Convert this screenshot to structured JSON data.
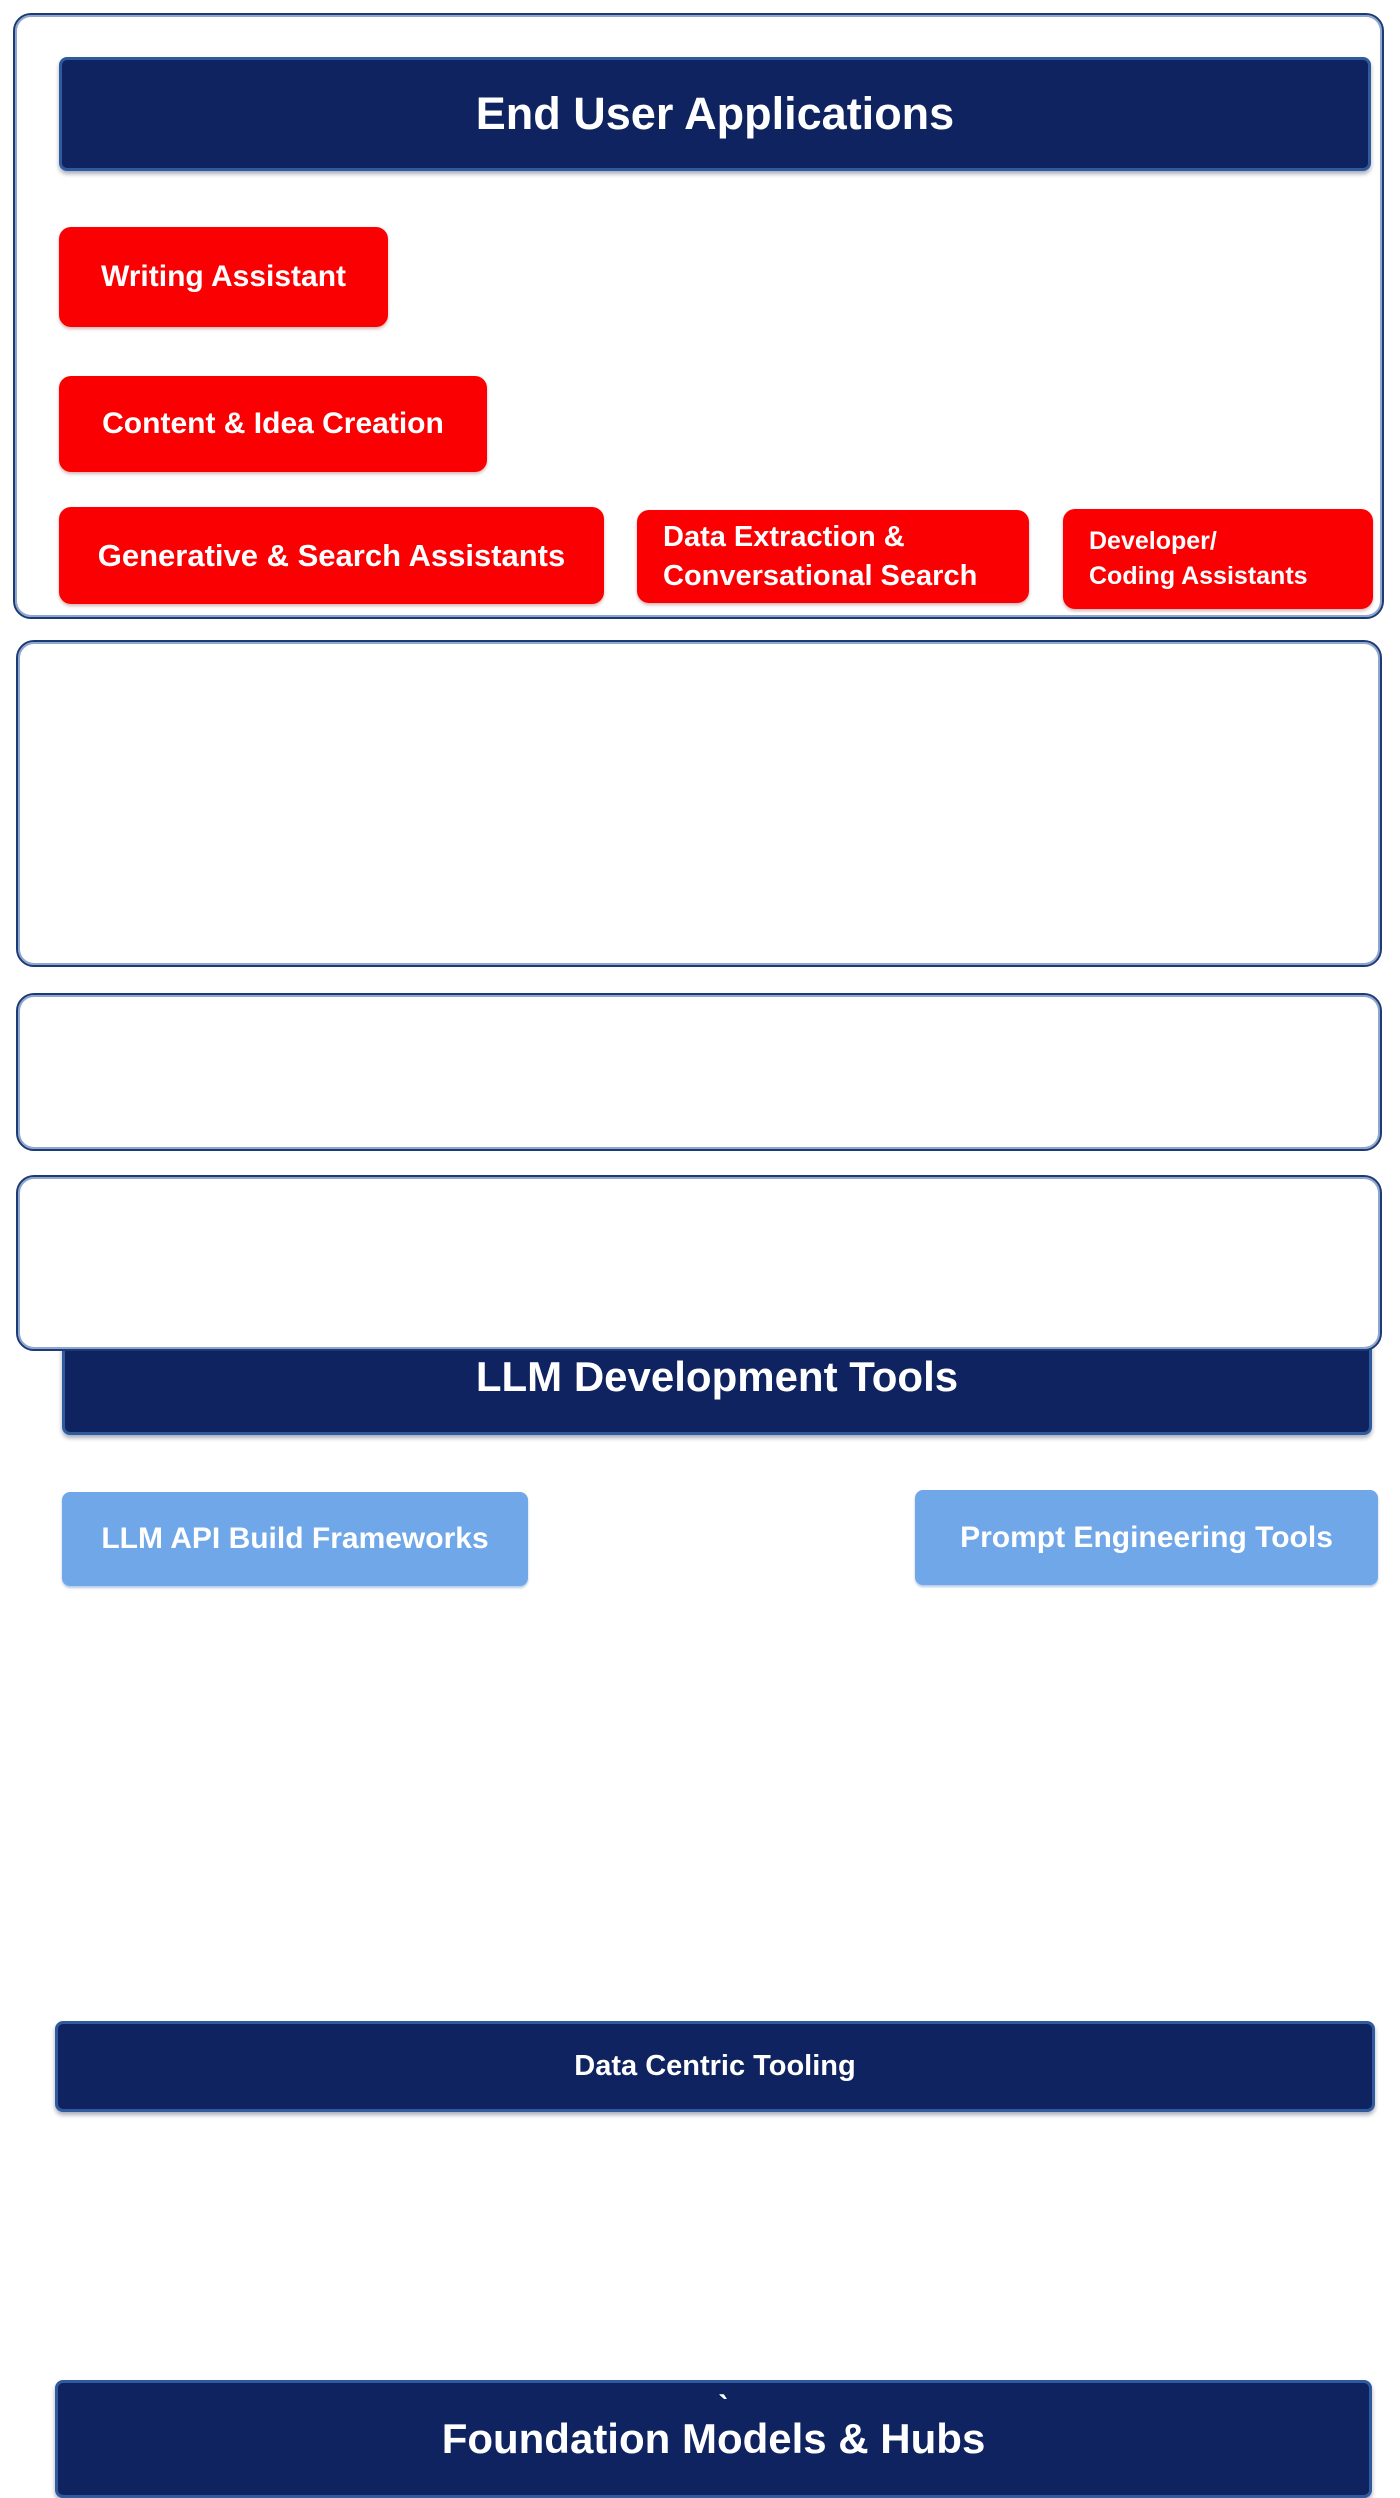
{
  "colors": {
    "navy_fill": "#0f2360",
    "navy_bevel_border": "#2f5b9e",
    "panel_border": "#1c3a76",
    "red_fill": "#fb0003",
    "light_blue_fill": "#6fa7e9",
    "text_on_dark": "#ffffff"
  },
  "stack": {
    "end_user_applications": {
      "header": "End User Applications",
      "boxes": {
        "writing_assistant": "Writing Assistant",
        "content_idea_creation": "Content & Idea Creation",
        "generative_search_assistants": "Generative & Search Assistants",
        "data_extraction": {
          "line1": "Data Extraction &",
          "line2": "Conversational Search"
        },
        "developer_coding": {
          "line1": "Developer/",
          "line2": "Coding Assistants"
        }
      }
    },
    "llm_development_tools": {
      "header": "LLM Development Tools",
      "boxes": {
        "llm_api_build_frameworks": "LLM API Build Frameworks",
        "prompt_engineering_tools": "Prompt Engineering Tools"
      }
    },
    "data_centric_tooling": {
      "header": "Data Centric Tooling"
    },
    "foundation_models_hubs": {
      "header": "Foundation Models & Hubs",
      "stray_mark": "ˋ"
    }
  }
}
